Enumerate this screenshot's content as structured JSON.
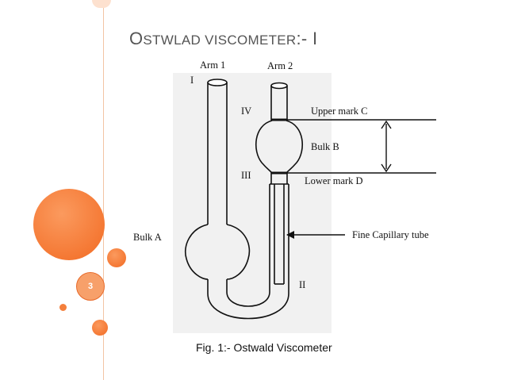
{
  "slide": {
    "title_prefix": "O",
    "title_main": "STWLAD VISCOMETER",
    "title_suffix": ":-  I",
    "slide_number": "3",
    "caption": "Fig. 1:- Ostwald Viscometer"
  },
  "diagram": {
    "labels": {
      "arm1": "Arm 1",
      "arm2": "Arm 2",
      "roman_i": "I",
      "roman_ii": "II",
      "roman_iii": "III",
      "roman_iv": "IV",
      "upper_mark": "Upper mark C",
      "lower_mark": "Lower mark D",
      "bulb_b": "Bulk B",
      "bulb_a": "Bulk A",
      "capillary": "Fine Capillary tube"
    }
  },
  "colors": {
    "accent": "#f47f3c",
    "accent_light": "#f9b48a",
    "title_text": "#555555"
  }
}
